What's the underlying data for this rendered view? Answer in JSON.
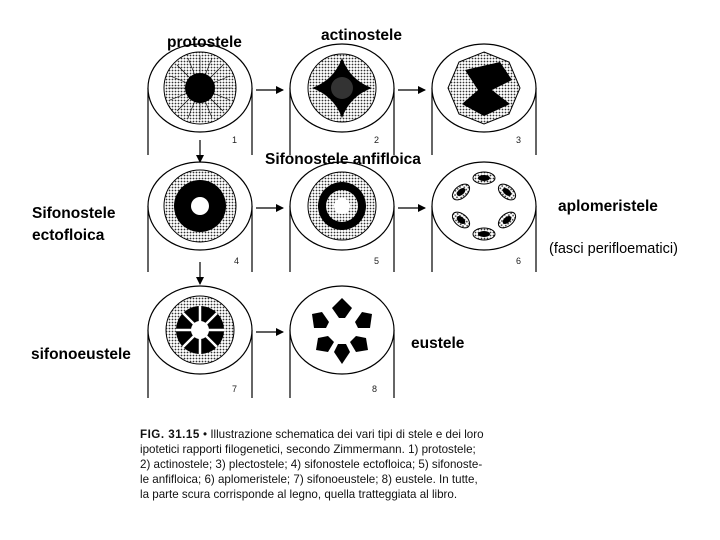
{
  "labels": {
    "protostele": "protostele",
    "actinostele": "actinostele",
    "sifonostele_anfifloica": "Sifonostele anfifloica",
    "aplomeristele": "aplomeristele",
    "sifonostele_ectofloica_line1": "Sifonostele",
    "sifonostele_ectofloica_line2": "ectofloica",
    "fasci_perifloematici": "(fasci perifloematici)",
    "sifonoeustele": "sifonoeustele",
    "eustele": "eustele"
  },
  "numbers": [
    "1",
    "2",
    "3",
    "4",
    "5",
    "6",
    "7",
    "8"
  ],
  "caption": {
    "figno": "FIG. 31.15",
    "bullet": "•",
    "lines": [
      "Illustrazione schematica dei vari tipi di stele e dei loro",
      "ipotetici rapporti filogenetici, secondo Zimmermann. 1) protostele;",
      "2) actinostele; 3) plectostele; 4) sifonostele ectofloica; 5) sifonoste-",
      "le anfifloica; 6) aplomeristele; 7) sifonoeustele; 8) eustele. In tutte,",
      "la parte scura corrisponde al legno, quella tratteggiata al libro."
    ]
  }
}
